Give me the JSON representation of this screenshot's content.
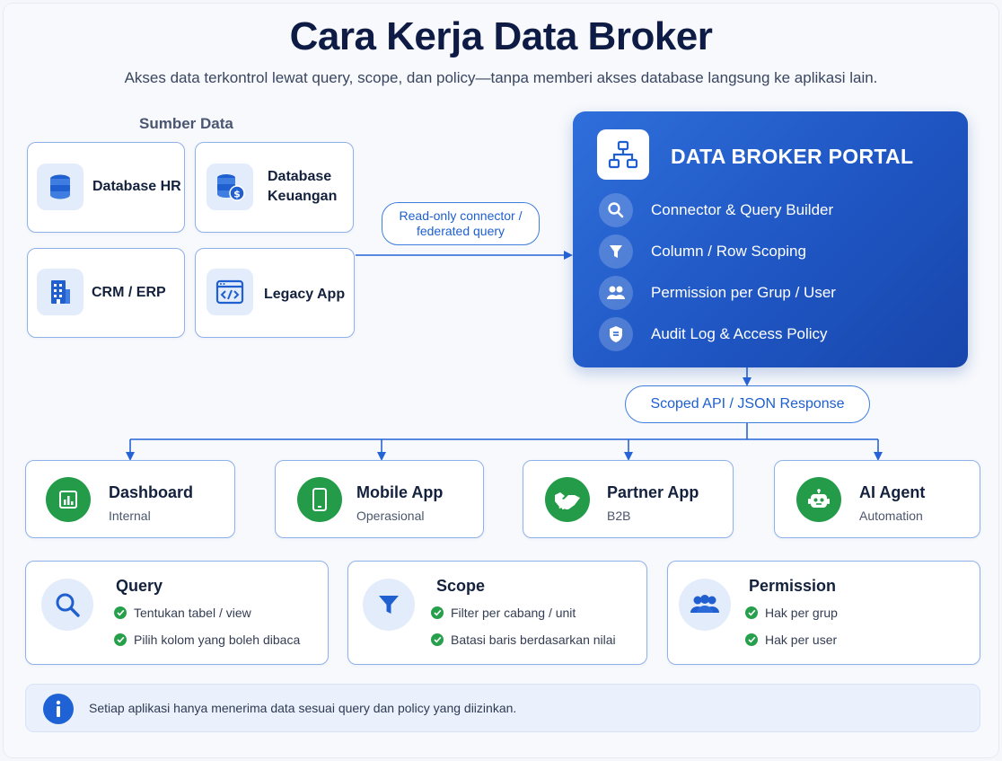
{
  "header": {
    "title": "Cara Kerja Data Broker",
    "subtitle": "Akses data terkontrol lewat query, scope, dan policy—tanpa memberi akses database langsung ke aplikasi lain."
  },
  "sources": {
    "label": "Sumber Data",
    "items": [
      {
        "line1": "Database HR",
        "line2": "",
        "icon": "database-icon"
      },
      {
        "line1": "Database",
        "line2": "Keuangan",
        "icon": "database-dollar-icon"
      },
      {
        "line1": "CRM / ERP",
        "line2": "",
        "icon": "building-icon"
      },
      {
        "line1": "Legacy App",
        "line2": "",
        "icon": "code-window-icon"
      }
    ]
  },
  "connector": {
    "line1": "Read-only connector /",
    "line2": "federated query"
  },
  "portal": {
    "title": "DATA BROKER PORTAL",
    "icon": "hierarchy-icon",
    "features": [
      {
        "label": "Connector & Query Builder",
        "icon": "search-icon"
      },
      {
        "label": "Column / Row Scoping",
        "icon": "filter-icon"
      },
      {
        "label": "Permission per Grup / User",
        "icon": "users-icon"
      },
      {
        "label": "Audit Log & Access Policy",
        "icon": "shield-icon"
      }
    ]
  },
  "api_response": "Scoped API / JSON Response",
  "consumers": [
    {
      "title": "Dashboard",
      "sub": "Internal",
      "icon": "chart-icon"
    },
    {
      "title": "Mobile App",
      "sub": "Operasional",
      "icon": "phone-icon"
    },
    {
      "title": "Partner App",
      "sub": "B2B",
      "icon": "handshake-icon"
    },
    {
      "title": "AI Agent",
      "sub": "Automation",
      "icon": "robot-icon"
    }
  ],
  "capabilities": [
    {
      "title": "Query",
      "icon": "search-icon",
      "items": [
        "Tentukan tabel / view",
        "Pilih kolom yang boleh dibaca"
      ]
    },
    {
      "title": "Scope",
      "icon": "filter-icon",
      "items": [
        "Filter per cabang / unit",
        "Batasi baris berdasarkan nilai"
      ]
    },
    {
      "title": "Permission",
      "icon": "users-icon",
      "items": [
        "Hak per grup",
        "Hak per user"
      ]
    }
  ],
  "note": "Setiap aplikasi hanya menerima data sesuai query dan policy yang diizinkan.",
  "colors": {
    "primary": "#1f5fd0",
    "accent_green": "#239b48",
    "card_border": "#8fb1ea",
    "title": "#0d1b45"
  }
}
